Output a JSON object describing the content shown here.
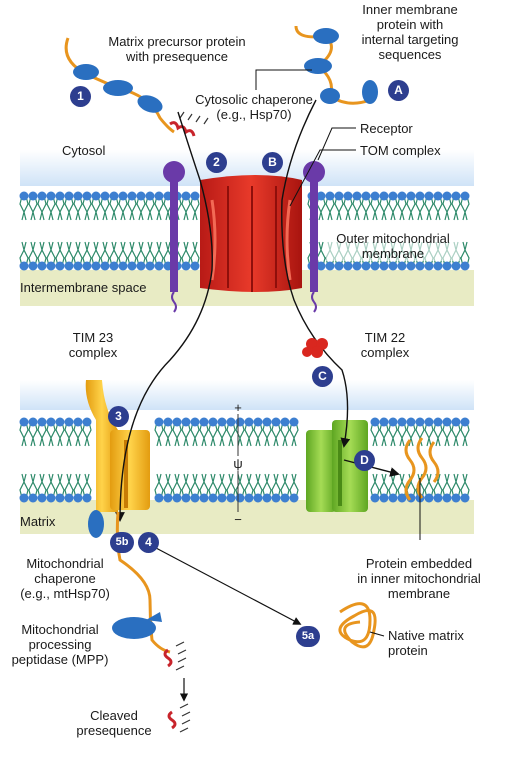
{
  "colors": {
    "membrane_head": "#3d7fd0",
    "membrane_tail": "#2e8a6a",
    "intermembrane": "#e8ebc4",
    "tom": "#d9271f",
    "tim23": "#f4b31c",
    "tim22": "#79bf2f",
    "chain": "#e8951e",
    "protein": "#2a6fc0",
    "receptor": "#6a3aa8",
    "badge": "#2d3e8f",
    "presequence": "#c8242b"
  },
  "labels": {
    "matrix_precursor": [
      "Matrix precursor protein",
      "with presequence"
    ],
    "inner_membrane_protein": [
      "Inner membrane",
      "protein with",
      "internal targeting",
      "sequences"
    ],
    "cytosolic_chaperone": [
      "Cytosolic chaperone",
      "(e.g., Hsp70)"
    ],
    "receptor": "Receptor",
    "tom_complex": "TOM complex",
    "cytosol": "Cytosol",
    "outer_membrane": [
      "Outer mitochondrial",
      "membrane"
    ],
    "intermembrane_space": "Intermembrane space",
    "tim23": [
      "TIM 23",
      "complex"
    ],
    "tim22": [
      "TIM 22",
      "complex"
    ],
    "matrix": "Matrix",
    "mito_chaperone": [
      "Mitochondrial",
      "chaperone",
      "(e.g., mtHsp70)"
    ],
    "mpp": [
      "Mitochondrial",
      "processing",
      "peptidase (MPP)"
    ],
    "cleaved_presequence": [
      "Cleaved",
      "presequence"
    ],
    "embedded_protein": [
      "Protein embedded",
      "in inner mitochondrial",
      "membrane"
    ],
    "native_matrix_protein": [
      "Native matrix",
      "protein"
    ],
    "psi": "ψ",
    "plus": "+",
    "minus": "−"
  },
  "steps": {
    "s1": "1",
    "s2": "2",
    "s3": "3",
    "s4": "4",
    "s5a": "5a",
    "s5b": "5b",
    "sA": "A",
    "sB": "B",
    "sC": "C",
    "sD": "D"
  }
}
